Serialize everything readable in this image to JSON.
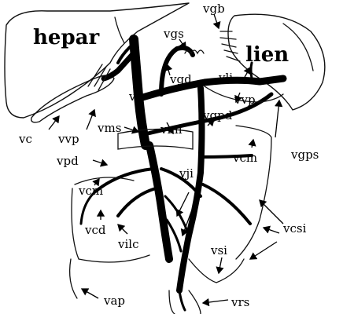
{
  "organs": {
    "liver": "hepar",
    "spleen": "lien"
  },
  "labels": {
    "vgb": "vgb",
    "vgs": "vgs",
    "vgd": "vgd",
    "vli": "vli",
    "vp_portal": "vp",
    "vp_spleen": "vvp",
    "vc": "vc",
    "vvp": "vvp",
    "vms": "vms",
    "vmi": "vmi",
    "vgpd": "vgpd",
    "vgps": "vgps",
    "vpd": "vpd",
    "vcm_right": "vcm",
    "vcm_left": "vcm",
    "vji": "vji",
    "vcd": "vcd",
    "vilc": "vilc",
    "vcsi": "vcsi",
    "vsi": "vsi",
    "vap": "vap",
    "vrs": "vrs"
  }
}
